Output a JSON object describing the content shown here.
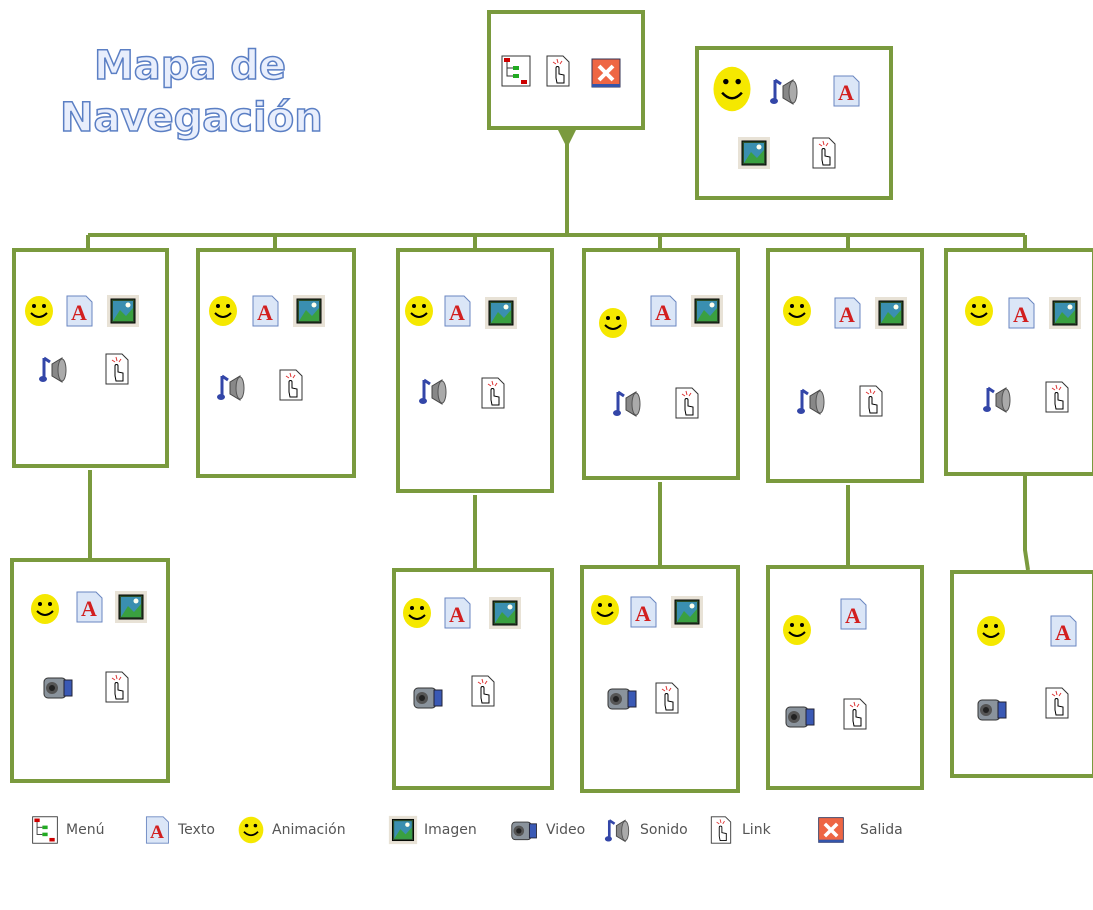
{
  "title_line1": "Mapa de",
  "title_line2": "Navegación",
  "icons": {
    "menu": "menu-icon",
    "text": "text-icon",
    "animation": "animation-icon",
    "image": "image-icon",
    "video": "video-icon",
    "sound": "sound-icon",
    "link": "link-icon",
    "exit": "exit-icon"
  },
  "colors": {
    "box_border": "#7a9a3e",
    "title_fill": "#e8eefc",
    "title_outline": "#5b7fc4"
  },
  "legend": [
    {
      "icon": "menu",
      "label": "Menú"
    },
    {
      "icon": "text",
      "label": "Texto"
    },
    {
      "icon": "animation",
      "label": "Animación"
    },
    {
      "icon": "image",
      "label": "Imagen"
    },
    {
      "icon": "video",
      "label": "Video"
    },
    {
      "icon": "sound",
      "label": "Sonido"
    },
    {
      "icon": "link",
      "label": "Link"
    },
    {
      "icon": "exit",
      "label": "Salida"
    }
  ]
}
